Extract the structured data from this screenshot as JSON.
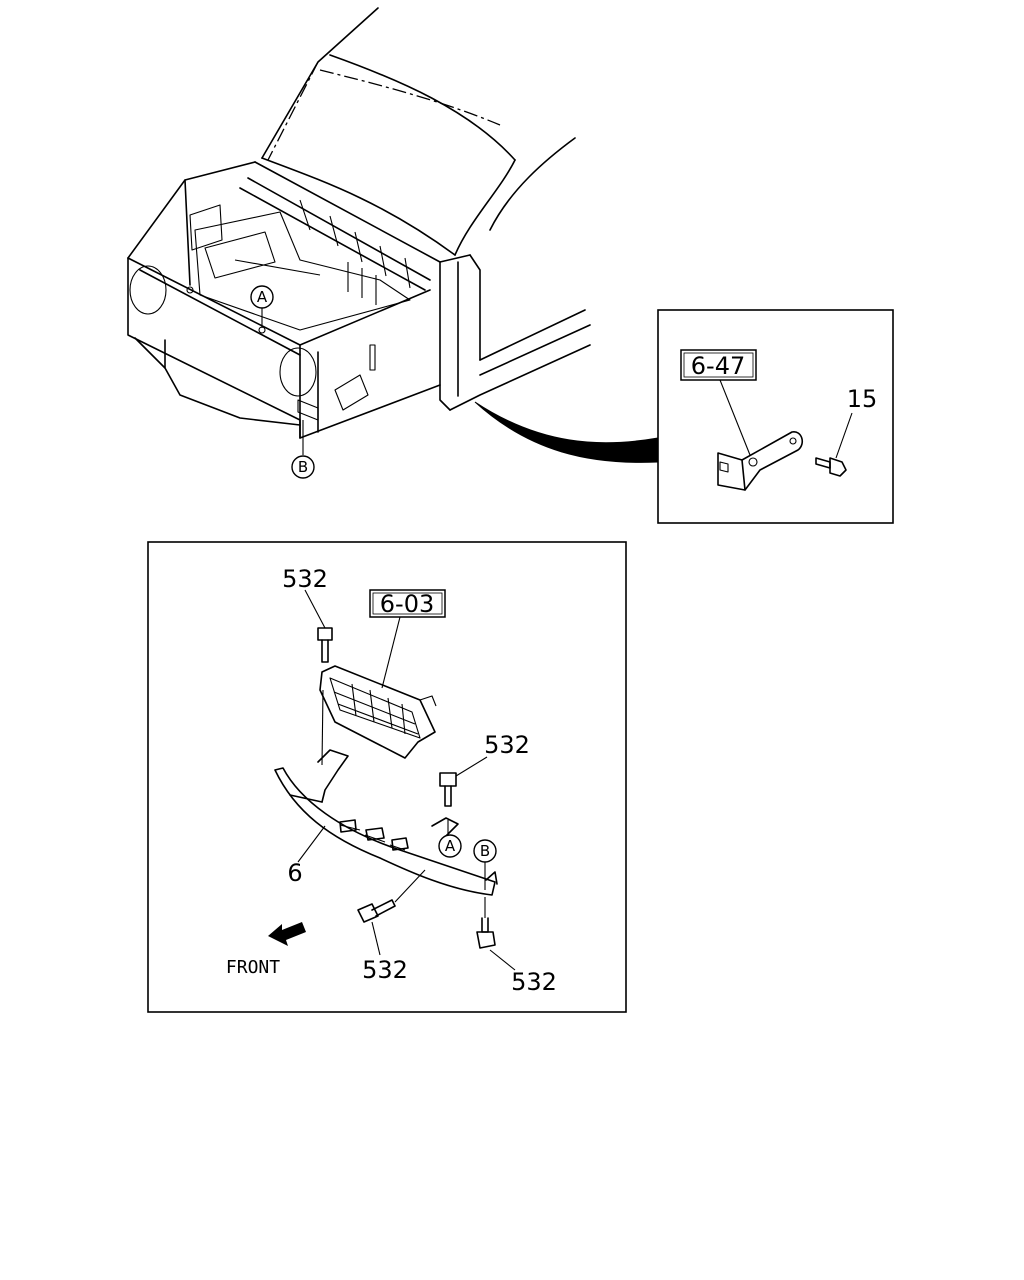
{
  "callouts": {
    "ref_6_47": "6-47",
    "part_15": "15",
    "part_532_top": "532",
    "ref_6_03": "6-03",
    "part_532_right": "532",
    "part_6": "6",
    "part_532_bottom_left": "532",
    "part_532_bottom_right": "532"
  },
  "markers": {
    "a_top": "A",
    "b_top": "B",
    "a_detail": "A",
    "b_detail": "B"
  },
  "direction_label": "FRONT"
}
